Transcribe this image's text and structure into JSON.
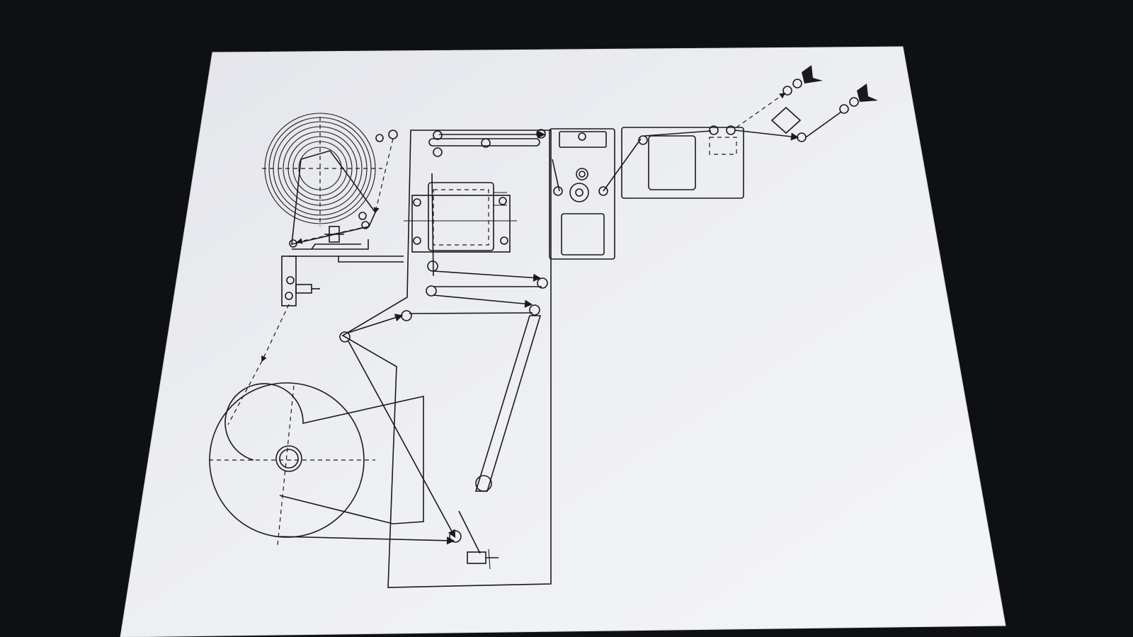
{
  "scene": {
    "description_kind": "photo",
    "background_color": "#0f1012",
    "paper_color": "#e9eaee",
    "ink_color": "#1a1a1a"
  },
  "drawing": {
    "subject": "web-path-threading-diagram",
    "components": [
      "supply-reel-spiral",
      "dancer-arm-bracket",
      "main-frame-panel",
      "accumulator-box",
      "idler-rollers",
      "swing-arm",
      "take-up-reel",
      "tension-sensor",
      "drive-unit-panel",
      "output-panel",
      "cutter-head",
      "exit-rollers"
    ]
  }
}
